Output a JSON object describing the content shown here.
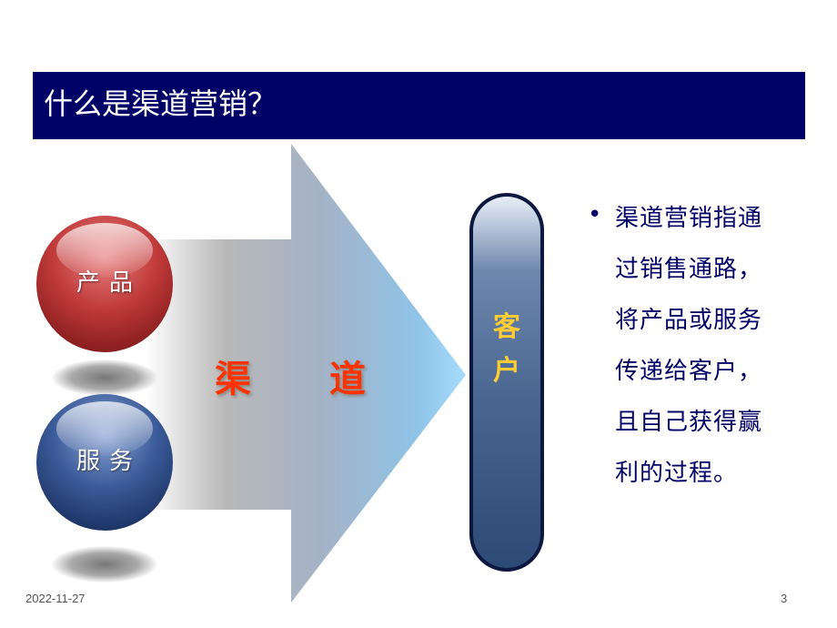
{
  "title": "什么是渠道营销？",
  "spheres": {
    "product": "产品",
    "service": "服务"
  },
  "channel": {
    "left_char": "渠",
    "right_char": "道"
  },
  "customer": {
    "char1": "客",
    "char2": "户"
  },
  "bullet": {
    "marker": "•",
    "lines": [
      "渠道营销指通",
      "过销售通路，",
      "将产品或服务",
      "传递给客户，",
      "且自己获得赢",
      "利的过程。"
    ]
  },
  "footer": {
    "date": "2022-11-27",
    "page": "3"
  },
  "colors": {
    "title_bar": "#000066",
    "channel_text": "#ff3300",
    "customer_text": "#ffcc33",
    "bullet_text": "#000066"
  }
}
